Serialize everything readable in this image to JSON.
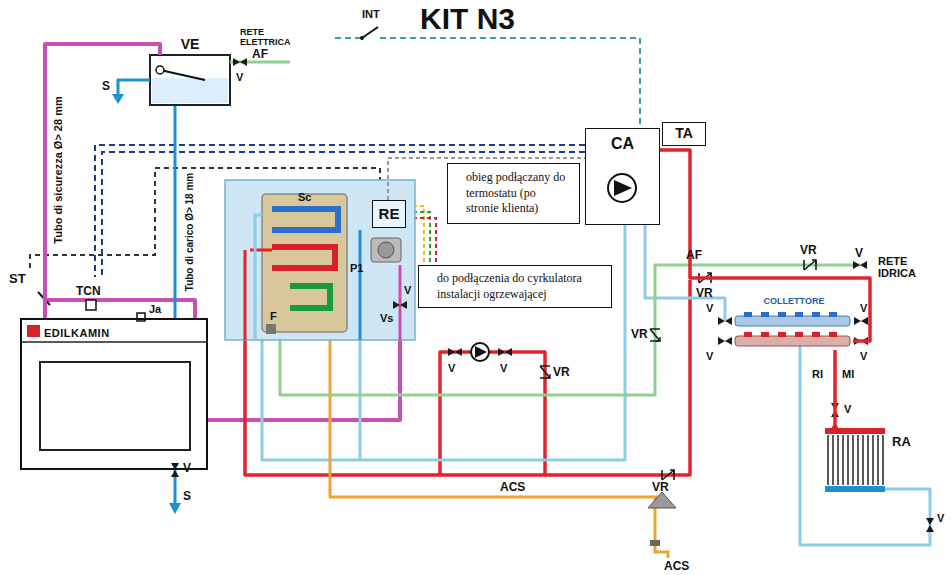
{
  "diagram": {
    "title": "KIT N3",
    "nodes": [
      {
        "text": [
          "VE"
        ]
      },
      {
        "text": [
          "CA"
        ]
      },
      {
        "text": [
          "TA"
        ]
      },
      {
        "text": [
          "RE"
        ]
      },
      {
        "text": [
          "obieg podłączany do termostatu (po stronie klienta)"
        ]
      },
      {
        "text": [
          "do podłączenia do cyrkulatora instalacji ogrzewającej"
        ]
      },
      {
        "text": [
          "EDILKAMIN"
        ]
      },
      {
        "text": [
          "COLLETTORE"
        ]
      },
      {
        "text": [
          "RA"
        ]
      }
    ],
    "edges": [
      {
        "from": 6,
        "to": 0,
        "arrow": "none"
      },
      {
        "from": 3,
        "to": 1,
        "arrow": "none"
      },
      {
        "from": 1,
        "to": 7,
        "arrow": "none"
      },
      {
        "from": 7,
        "to": 8,
        "arrow": "none"
      }
    ],
    "labels": [
      "INT",
      "RETE ELETTRICA",
      "S",
      "AF",
      "V",
      "Tubo di sicurezza Ø> 28 mm",
      "Tubo di carico Ø> 18 mm",
      "Sc",
      "P1",
      "Vs",
      "V",
      "F",
      "ST",
      "TCN",
      "Ja",
      "V",
      "S",
      "V",
      "V",
      "VR",
      "ACS",
      "VR",
      "ACS",
      "AF",
      "VR",
      "V",
      "RETE IDRICA",
      "VR",
      "VR",
      "V",
      "V",
      "V",
      "V",
      "RI",
      "MI",
      "V",
      "V"
    ]
  }
}
